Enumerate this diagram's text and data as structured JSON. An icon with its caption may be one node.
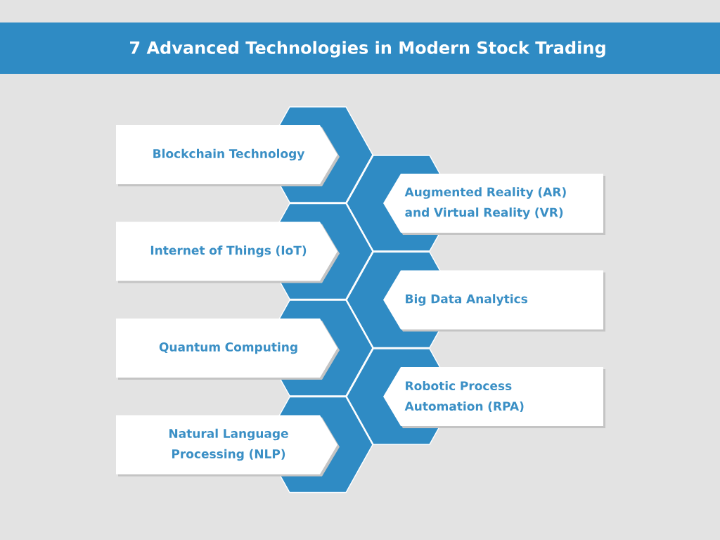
{
  "diagram": {
    "title": "7 Advanced Technologies in Modern Stock Trading",
    "nodes": [
      {
        "text": [
          "Blockchain Technology"
        ]
      },
      {
        "text": [
          "Augmented Reality (AR) and Virtual Reality (VR)"
        ]
      },
      {
        "text": [
          "Internet of Things (IoT)"
        ]
      },
      {
        "text": [
          "Big Data Analytics"
        ]
      },
      {
        "text": [
          "Quantum Computing"
        ]
      },
      {
        "text": [
          "Robotic Process Automation (RPA)"
        ]
      },
      {
        "text": [
          "Natural Language Processing (NLP)"
        ]
      }
    ]
  }
}
